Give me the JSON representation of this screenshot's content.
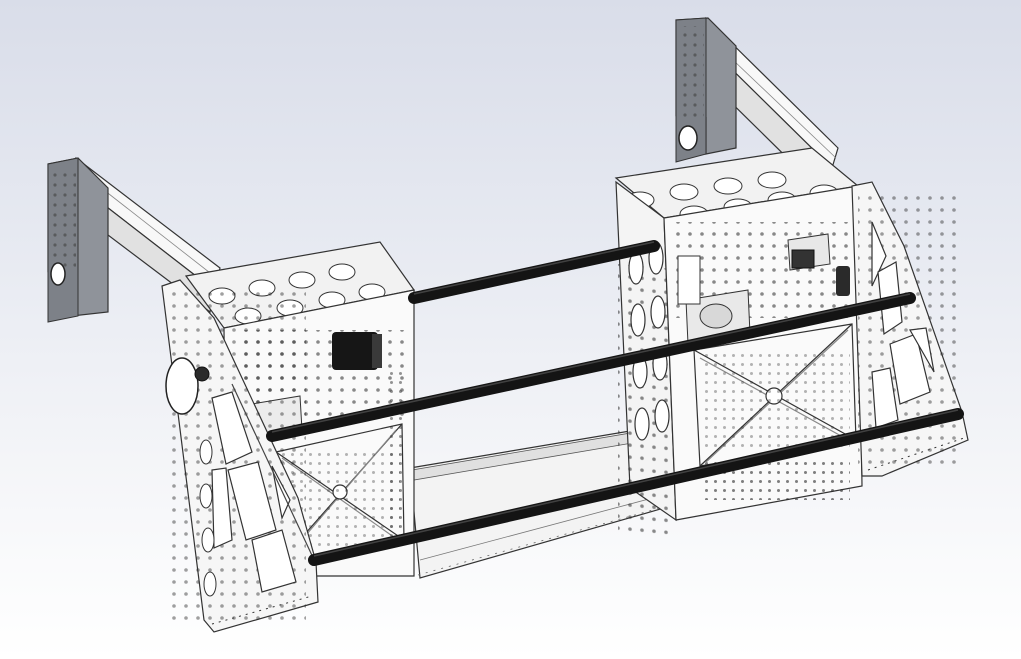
{
  "viewport": {
    "background_top": "#d9dde9",
    "background_bottom": "#ffffff"
  },
  "model": {
    "colors": {
      "sheet_metal": "#f7f7f7",
      "sheet_metal_shade": "#e4e4e4",
      "edge": "#3a3a3a",
      "bracket": "#8f939a",
      "bracket_dark": "#6d7178",
      "rod": "#151515",
      "hole": "#1a1a1a"
    },
    "parts": [
      "left-bracket",
      "left-beam",
      "right-bracket",
      "right-beam",
      "left-gusset",
      "right-gusset",
      "left-gearbox",
      "right-gearbox",
      "bottom-channel",
      "rod-upper",
      "rod-middle",
      "rod-lower"
    ]
  }
}
